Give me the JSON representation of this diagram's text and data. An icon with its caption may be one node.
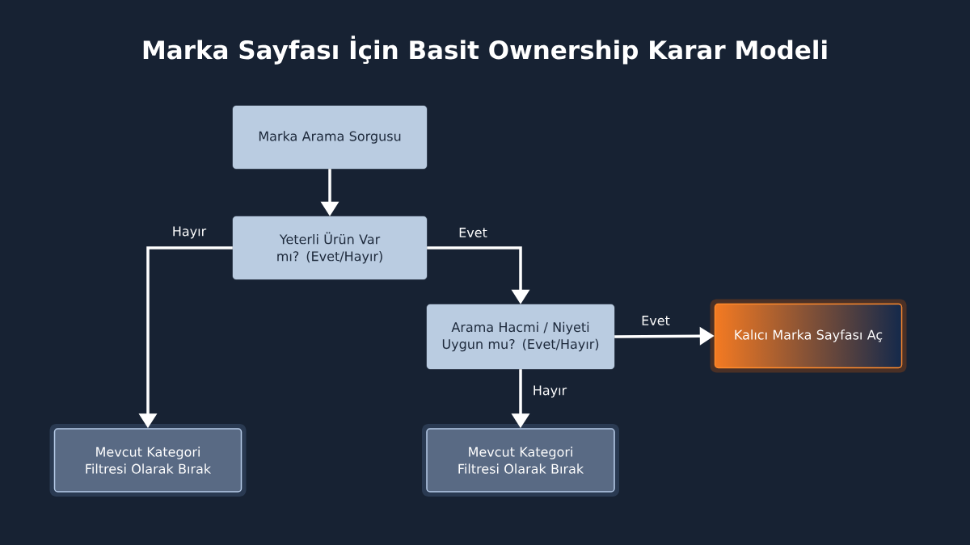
{
  "diagram": {
    "title": "Marka Sayfası İçin Basit Ownership Karar Modeli",
    "nodes": [
      {
        "text": [
          "Marka Arama Sorgusu"
        ]
      },
      {
        "text": [
          "Yeterli Ürün Var mı? (Evet/Hayır)"
        ]
      },
      {
        "text": [
          "Arama Hacmi / Niyeti Uygun mu? (Evet/Hayır)"
        ]
      },
      {
        "text": [
          "Kalıcı Marka Sayfası Aç"
        ]
      },
      {
        "text": [
          "Mevcut Kategori Filtresi Olarak Bırak"
        ]
      },
      {
        "text": [
          "Mevcut Kategori Filtresi Olarak Bırak"
        ]
      }
    ],
    "edges": [
      {
        "from": 0,
        "to": 1,
        "arrow": "to"
      },
      {
        "from": 1,
        "to": 4,
        "arrow": "to",
        "label": "Hayır"
      },
      {
        "from": 1,
        "to": 2,
        "arrow": "to",
        "label": "Evet"
      },
      {
        "from": 2,
        "to": 3,
        "arrow": "to",
        "label": "Evet"
      },
      {
        "from": 2,
        "to": 5,
        "arrow": "to",
        "label": "Hayır"
      }
    ]
  }
}
